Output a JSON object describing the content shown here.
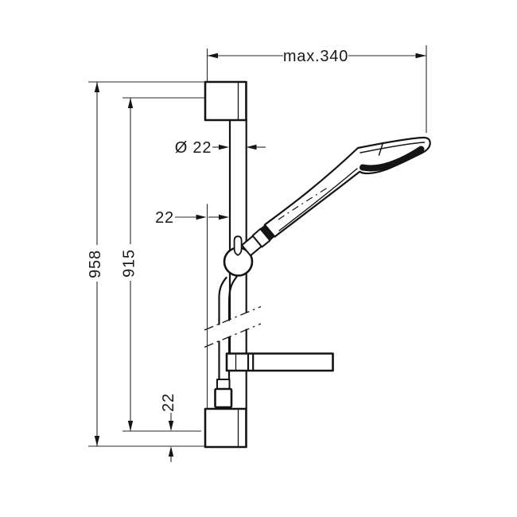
{
  "dimensions": {
    "max_width": "max.340",
    "rail_diameter": "Ø 22",
    "rail_wall_offset": "22",
    "total_height": "958",
    "mounting_distance": "915",
    "bottom_offset": "22"
  },
  "colors": {
    "line": "#141414",
    "background": "#ffffff"
  }
}
